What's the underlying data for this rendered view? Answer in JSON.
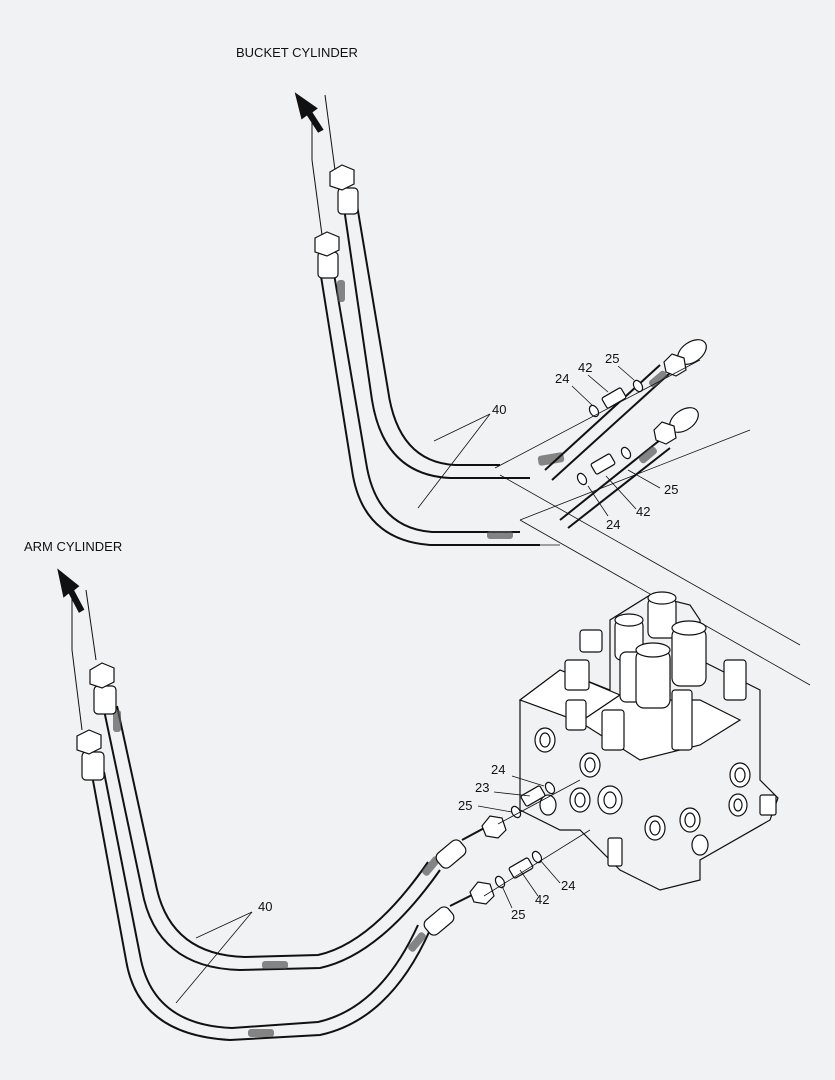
{
  "labels": {
    "bucket_cylinder": "BUCKET CYLINDER",
    "arm_cylinder": "ARM CYLINDER"
  },
  "callouts": {
    "upper_hose": "40",
    "upper_oring_a_top": "24",
    "upper_adapter_top": "42",
    "upper_oring_b_top": "25",
    "upper_oring_b_bottom": "25",
    "upper_adapter_bottom": "42",
    "upper_oring_a_bottom": "24",
    "valve_oring_24": "24",
    "valve_adapter_23": "23",
    "valve_oring_25": "25",
    "lower_oring_24": "24",
    "lower_adapter_42": "42",
    "lower_oring_25": "25",
    "lower_hose": "40"
  }
}
